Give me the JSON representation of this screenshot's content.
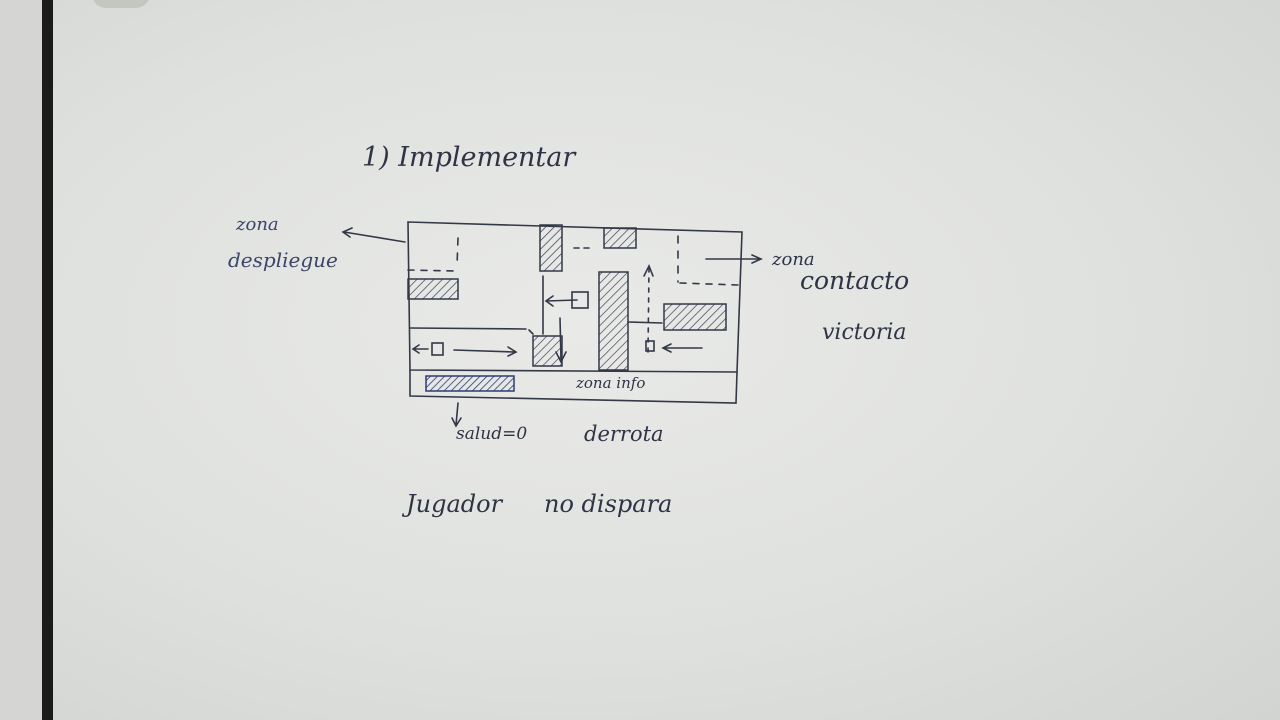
{
  "title": "1) Implementar",
  "labels": {
    "zona_despliegue_line1": "zona",
    "zona_despliegue_line2": "despliegue",
    "zona_contacto_line1": "zona",
    "zona_contacto_line2": "contacto",
    "victoria": "victoria",
    "zona_info": "zona info",
    "salud": "salud=0",
    "derrota": "derrota"
  },
  "note": {
    "jugador": "Jugador",
    "no_dispara": "no dispara"
  },
  "colors": {
    "ink": "#2f3445",
    "blue_ink": "#3b4668",
    "frame": "#1b1b1b"
  }
}
